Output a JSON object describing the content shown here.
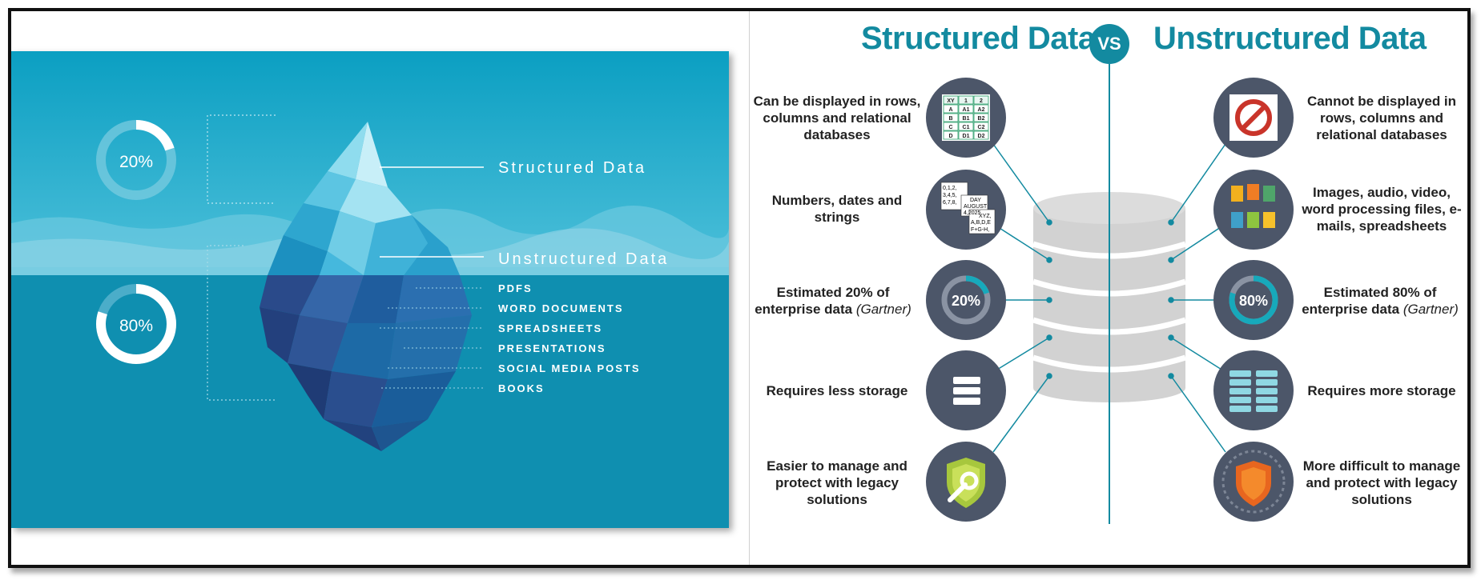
{
  "iceberg": {
    "top_percent": "20%",
    "bottom_percent": "80%",
    "top_fraction": 0.2,
    "bottom_fraction": 0.8,
    "structured_label": "Structured Data",
    "unstructured_label": "Unstructured Data",
    "items": [
      "PDFS",
      "WORD DOCUMENTS",
      "SPREADSHEETS",
      "PRESENTATIONS",
      "SOCIAL MEDIA POSTS",
      "BOOKS"
    ]
  },
  "comparison": {
    "left_title": "Structured Data",
    "vs_label": "VS",
    "right_title": "Unstructured Data",
    "rows": [
      {
        "left_text": "Can be displayed in rows, columns and relational databases",
        "right_text": "Cannot be displayed in rows, columns and relational databases",
        "left_icon": "table-grid-icon",
        "right_icon": "no-table-icon"
      },
      {
        "left_text": "Numbers, dates and strings",
        "right_text": "Images, audio, video, word processing files, e-mails, spreadsheets",
        "left_icon": "data-strings-icon",
        "right_icon": "file-types-icon"
      },
      {
        "left_text_main": "Estimated 20% of enterprise data",
        "left_text_note": "(Gartner)",
        "right_text_main": "Estimated 80% of enterprise data",
        "right_text_note": "(Gartner)",
        "left_icon": "percent-donut-icon",
        "right_icon": "percent-donut-icon",
        "left_value": "20%",
        "right_value": "80%",
        "left_fraction": 0.2,
        "right_fraction": 0.8
      },
      {
        "left_text": "Requires less storage",
        "right_text": "Requires more storage",
        "left_icon": "small-server-icon",
        "right_icon": "large-server-icon"
      },
      {
        "left_text": "Easier to manage and protect with legacy solutions",
        "right_text": "More difficult to manage and protect with legacy solutions",
        "left_icon": "shield-wrench-icon",
        "right_icon": "shield-gears-icon"
      }
    ],
    "table_cells": [
      [
        "XY",
        "1",
        "2"
      ],
      [
        "A",
        "A1",
        "A2"
      ],
      [
        "B",
        "B1",
        "B2"
      ],
      [
        "C",
        "C1",
        "C2"
      ],
      [
        "D",
        "D1",
        "D2"
      ]
    ],
    "strings_lines": [
      "0,1,2,",
      "3,4,5,",
      "6,7,8,",
      "DAY",
      "AUGUST",
      "4,2025",
      "XYZ,",
      "A,B,D,E",
      "F+G-H,"
    ]
  },
  "colors": {
    "accent": "#138aa0",
    "icon_circle": "#4c5669",
    "sky": "#1aa3c4",
    "sea": "#0f8fb0",
    "database": "#d2d2d2"
  }
}
